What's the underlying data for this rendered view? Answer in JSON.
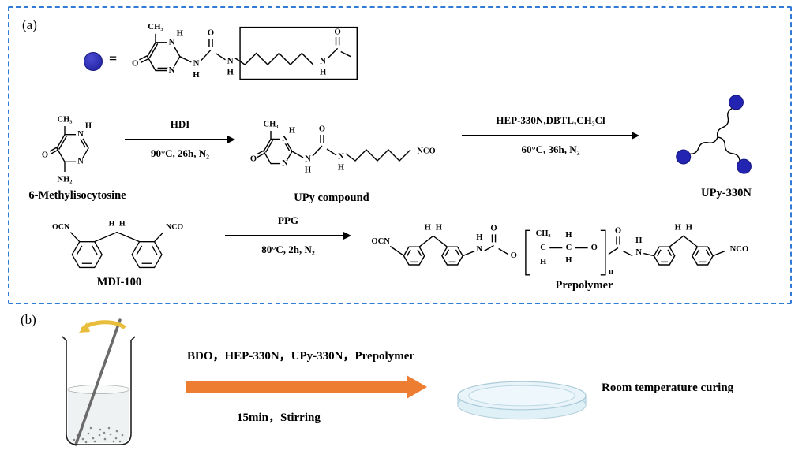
{
  "figure": {
    "panel_a_label": "(a)",
    "panel_b_label": "(b)"
  },
  "atoms": {
    "C": "C",
    "H": "H",
    "N": "N",
    "O": "O",
    "CH3": "CH₃",
    "NH2": "NH₂",
    "NCO": "NCO",
    "OCN": "OCN",
    "n": "n"
  },
  "legend": {
    "equals": "="
  },
  "reactions": {
    "r1": {
      "reactant": "6-Methylisocytosine",
      "reagent": "HDI",
      "conditions": "90°C, 26h, N₂",
      "product": "UPy compound"
    },
    "r2": {
      "reagent": "HEP-330N,DBTL,CH₃Cl",
      "conditions": "60°C, 36h, N₂",
      "product": "UPy-330N"
    },
    "r3": {
      "reactant": "MDI-100",
      "reagent": "PPG",
      "conditions": "80°C, 2h, N₂",
      "product": "Prepolymer"
    }
  },
  "process": {
    "inputs": "BDO，HEP-330N，UPy-330N，Prepolymer",
    "conditions": "15min，Stirring",
    "result": "Room temperature curing"
  },
  "colors": {
    "box_border": "#2f7bd6",
    "upy_circle": "#2424b2",
    "process_arrow": "#ED7D31",
    "stir_arrow": "#e9bd3c"
  }
}
